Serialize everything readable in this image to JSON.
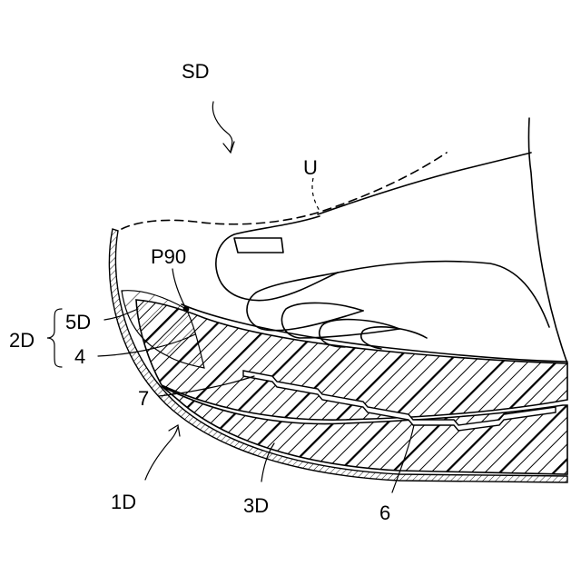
{
  "figure": {
    "labels": {
      "sd": "SD",
      "u": "U",
      "p90": "P90",
      "d5": "5D",
      "d2": "2D",
      "n4": "4",
      "n7": "7",
      "d1": "1D",
      "d3": "3D",
      "n6": "6"
    }
  }
}
